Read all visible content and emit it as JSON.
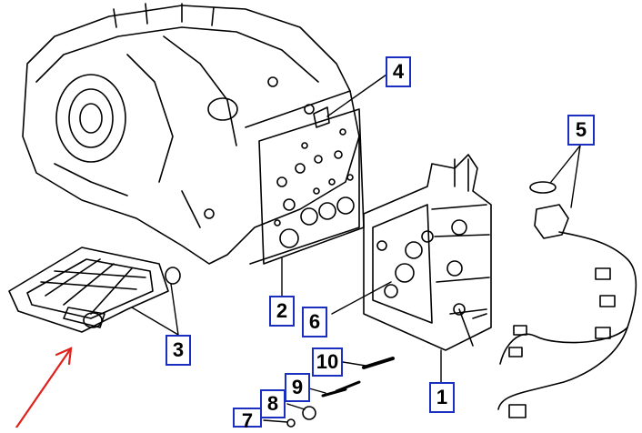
{
  "callouts": [
    {
      "id": "c1",
      "label": "1"
    },
    {
      "id": "c2",
      "label": "2"
    },
    {
      "id": "c3",
      "label": "3"
    },
    {
      "id": "c4",
      "label": "4"
    },
    {
      "id": "c5",
      "label": "5"
    },
    {
      "id": "c6",
      "label": "6"
    },
    {
      "id": "c7",
      "label": "7"
    },
    {
      "id": "c8",
      "label": "8"
    },
    {
      "id": "c9",
      "label": "9"
    },
    {
      "id": "c10",
      "label": "10"
    }
  ],
  "colors": {
    "callout_border": "#1a2fbf",
    "line": "#000000",
    "arrow": "#e0201a"
  }
}
